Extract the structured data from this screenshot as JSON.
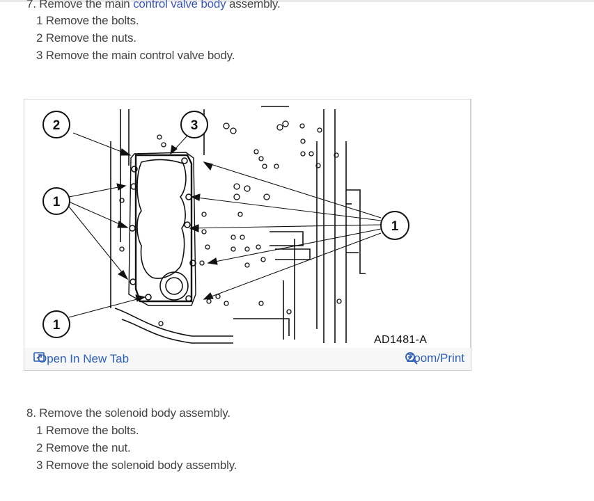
{
  "step7": {
    "heading_pre": "7. Remove the main ",
    "heading_link": "control valve body",
    "heading_post": " assembly.",
    "substeps": [
      "1 Remove the bolts.",
      "2 Remove the nuts.",
      "3 Remove the main control valve body."
    ]
  },
  "figure": {
    "code": "AD1481-A",
    "open_tab_label": "Open In New Tab",
    "zoom_label": "Zoom/Print",
    "callouts": {
      "c2": "2",
      "c3": "3",
      "c1_left_mid": "1",
      "c1_left_bottom": "1",
      "c1_right": "1"
    },
    "icons": {
      "open": "open-new-tab-icon",
      "zoom": "zoom-in-icon"
    }
  },
  "step8": {
    "heading": "8. Remove the solenoid body assembly.",
    "substeps": [
      "1 Remove the bolts.",
      "2 Remove the nut.",
      "3 Remove the solenoid body assembly."
    ]
  },
  "colors": {
    "link": "#2d5fb4",
    "text": "#444444",
    "figure_bar": "#f7f7f7"
  }
}
